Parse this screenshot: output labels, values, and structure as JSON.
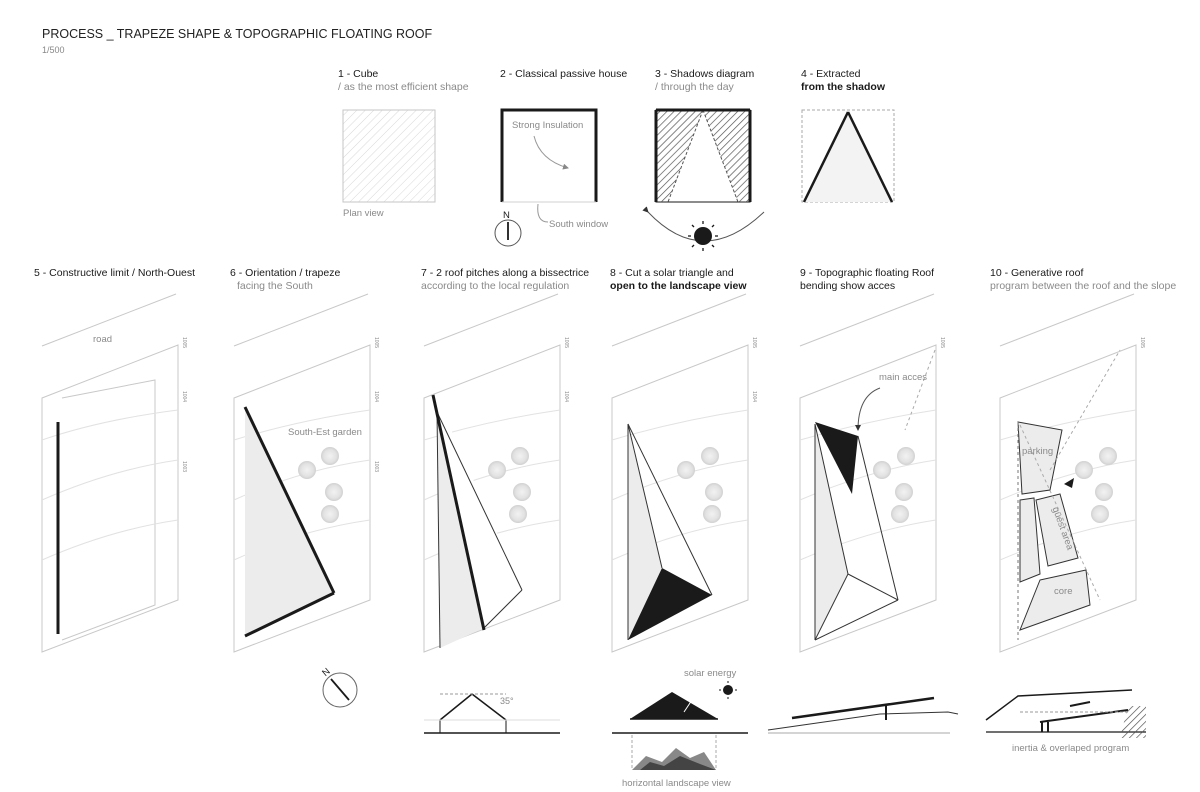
{
  "header": {
    "title": "PROCESS _ TRAPEZE SHAPE & TOPOGRAPHIC FLOATING ROOF",
    "scale": "1/500"
  },
  "top_steps": [
    {
      "heading": "1 - Cube",
      "sub": "/ as the most efficient shape",
      "note": "Plan view"
    },
    {
      "heading": "2 - Classical passive house",
      "sub": "",
      "note": "South window",
      "label": "Strong Insulation",
      "compass": "N"
    },
    {
      "heading": "3 - Shadows diagram",
      "sub": "/ through the day"
    },
    {
      "heading": "4 - Extracted",
      "sub": "from the shadow"
    }
  ],
  "bottom_steps": [
    {
      "heading": "5  -  Constructive limit / North-Ouest",
      "sub": "",
      "label": "road"
    },
    {
      "heading": "6  - Orientation / trapeze",
      "sub": "facing the South",
      "label": "South-Est garden",
      "compass": "N"
    },
    {
      "heading": "7 - 2 roof pitches along a bissectrice",
      "sub": "according to the local regulation",
      "angle": "35°"
    },
    {
      "heading": "8  - Cut a solar triangle and",
      "sub": "open to the landscape view",
      "label_top": "solar energy",
      "label_bottom": "horizontal landscape view"
    },
    {
      "heading": "9 - Topographic floating Roof",
      "sub": "bending show acces",
      "label": "main acces"
    },
    {
      "heading": "10 -  Generative roof",
      "sub": "program between the roof and the slope",
      "labels": [
        "parking",
        "guest area",
        "core"
      ],
      "caption": "inertia & overlaped program"
    }
  ],
  "contour_labels": [
    "1005",
    "1004",
    "1003"
  ],
  "colors": {
    "ink": "#1a1a1a",
    "gray_text": "#8a8a8a",
    "fill_light": "#eeeeee",
    "hatch": "#cfcfcf",
    "line_light": "#c8c8c8"
  }
}
